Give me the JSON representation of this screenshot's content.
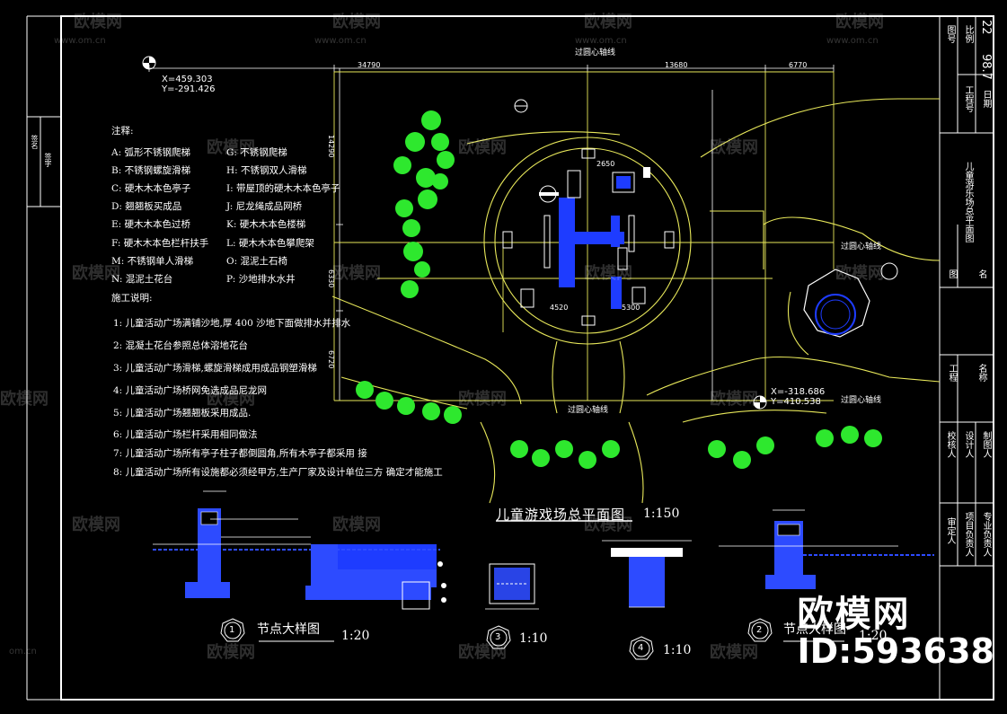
{
  "coords": {
    "top_x": "X=459.303",
    "top_y": "Y=-291.426",
    "bottom_x": "X=-318.686",
    "bottom_y": "Y=410.538"
  },
  "axis_labels": {
    "top": "过圆心轴线",
    "right": "过圆心轴线",
    "bottom_left": "过圆心轴线",
    "bottom_right": "过圆心轴线"
  },
  "dims_top": [
    "34790",
    "13680",
    "6770"
  ],
  "dims_left": [
    "14290",
    "6330",
    "6720"
  ],
  "dims_inner": [
    "2650",
    "5300",
    "4520"
  ],
  "legend_title": "注释:",
  "legend_left": [
    "A: 弧形不锈钢爬梯",
    "B: 不锈钢螺旋滑梯",
    "C: 硬木木本色亭子",
    "D: 翘翘板买成品",
    "E: 硬木木本色过桥",
    "F: 硬木木本色栏杆扶手",
    "M: 不锈钢单人滑梯",
    "N: 混泥土花台"
  ],
  "legend_right": [
    "G: 不锈钢爬梯",
    "H: 不锈钢双人滑梯",
    "I: 带屋顶的硬木木本色亭子",
    "J: 尼龙绳成品网桥",
    "K: 硬木木本色楼梯",
    "L: 硬木木本色攀爬架",
    "O: 混泥土石椅",
    "P: 沙地排水水井"
  ],
  "notes_title": "施工说明:",
  "notes": [
    "1: 儿童活动广场满铺沙地,厚 400 沙地下面做排水并排水",
    "2: 混凝土花台参照总体溶地花台",
    "3: 儿童活动广场滑梯,螺旋滑梯成用成品钢塑滑梯",
    "4: 儿童活动广场桥网免选成品尼龙网",
    "5: 儿童活动广场翘翘板采用成品.",
    "6: 儿童活动广场栏杆采用相同做法",
    "7: 儿童活动广场所有亭子柱子都倒圆角,所有木亭子都采用 接",
    "8: 儿童活动广场所有设施都必须经甲方,生产厂家及设计单位三方 确定才能施工"
  ],
  "plan_title": "儿童游戏场总平面图",
  "plan_scale": "1:150",
  "detail_labels": [
    {
      "num": "1",
      "title": "节点大样图",
      "scale": "1:20"
    },
    {
      "num": "3",
      "title": "",
      "scale": "1:10"
    },
    {
      "num": "4",
      "title": "",
      "scale": "1:10"
    },
    {
      "num": "2",
      "title": "节点大样图",
      "scale": "1:20"
    }
  ],
  "title_block": {
    "drawing_no": "22",
    "date": "98.7",
    "project_name": "儿童游乐场总平面图",
    "design": "设计人",
    "check": "校核人",
    "draw": "制图人",
    "approve": "审定人",
    "project_lead": "项目负责人",
    "specialty_lead": "专业负责人",
    "label_engineering": "工程",
    "label_name": "名称",
    "label_drawing": "图",
    "label_title": "名",
    "label_pic_no": "图号",
    "label_job_no": "工程号",
    "label_date": "日期",
    "label_scale": "比例"
  },
  "left_strip": [
    "签名",
    "签字"
  ],
  "watermark": {
    "text": "欧模网",
    "url": "www.om.cn",
    "url_short": "om.cn"
  },
  "brand": {
    "name": "欧模网",
    "id": "ID:593638"
  },
  "colors": {
    "bg": "#000000",
    "line": "#ffffff",
    "yellow": "#e8e85a",
    "green": "#2ee82e",
    "blue": "#1e3cff",
    "hatch": "#2d4bff"
  }
}
